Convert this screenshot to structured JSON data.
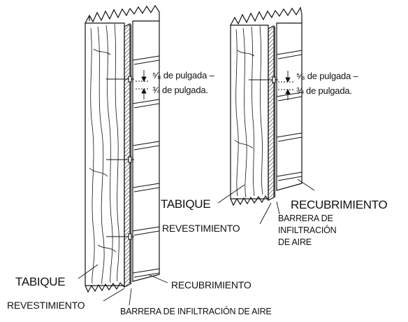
{
  "diagram": {
    "left_detail": {
      "measure_line1": "⁵⁄₈ de pulgada –",
      "measure_line2": "¾ de pulgada.",
      "stud_label": "TABIQUE",
      "sheathing_label": "REVESTIMIENTO",
      "siding_label": "RECUBRIMIENTO",
      "barrier_label": "BARRERA DE INFILTRACIÓN DE AIRE"
    },
    "right_detail": {
      "measure_line1": "⁵⁄₈ de pulgada –",
      "measure_line2": "¾ de pulgada.",
      "stud_label": "TABIQUE",
      "sheathing_label": "REVESTIMIENTO",
      "siding_label": "RECUBRIMIENTO",
      "barrier_label_lines": [
        "BARRERA DE",
        "INFILTRACIÓN",
        "DE AIRE"
      ]
    },
    "colors": {
      "line": "#111111",
      "background": "#ffffff"
    }
  }
}
